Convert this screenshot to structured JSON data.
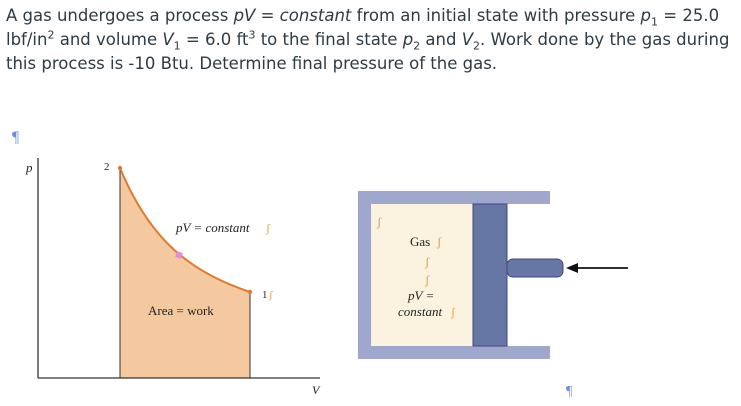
{
  "problem": {
    "seg1": "A gas undergoes a process ",
    "seg2": "pV",
    "seg3": " = ",
    "seg4": "constant",
    "seg5": " from an initial state with pressure ",
    "seg6": "p",
    "seg7": "1",
    "seg8": " = 25.0 lbf/in",
    "seg9": "2",
    "seg10": " and volume ",
    "seg11": "V",
    "seg12": "1",
    "seg13": " = 6.0 ft",
    "seg14": "3",
    "seg15": " to the final state ",
    "seg16": "p",
    "seg17": "2",
    "seg18": " and ",
    "seg19": "V",
    "seg20": "2",
    "seg21": ". Work done by the gas during this process is -10 Btu. Determine final pressure of the gas."
  },
  "figure": {
    "pv_diagram": {
      "y_axis_label": "p",
      "x_axis_label": "V",
      "state_start": "2",
      "state_end": "1",
      "curve_label": "pV = constant",
      "area_label": "Area = work"
    },
    "cylinder": {
      "gas_label": "Gas",
      "eq_label_line1": "pV =",
      "eq_label_line2": "constant"
    },
    "colors": {
      "area_fill": "#f5c9a0",
      "curve": "#e07a2e",
      "cylinder_wall": "#9fa8cc",
      "gas_fill": "#fbf3df",
      "piston": "#6677a6",
      "pilcrow": "#6a8fd8"
    },
    "pilcrow_mark": "¶",
    "marker_mark": "ʃ"
  }
}
